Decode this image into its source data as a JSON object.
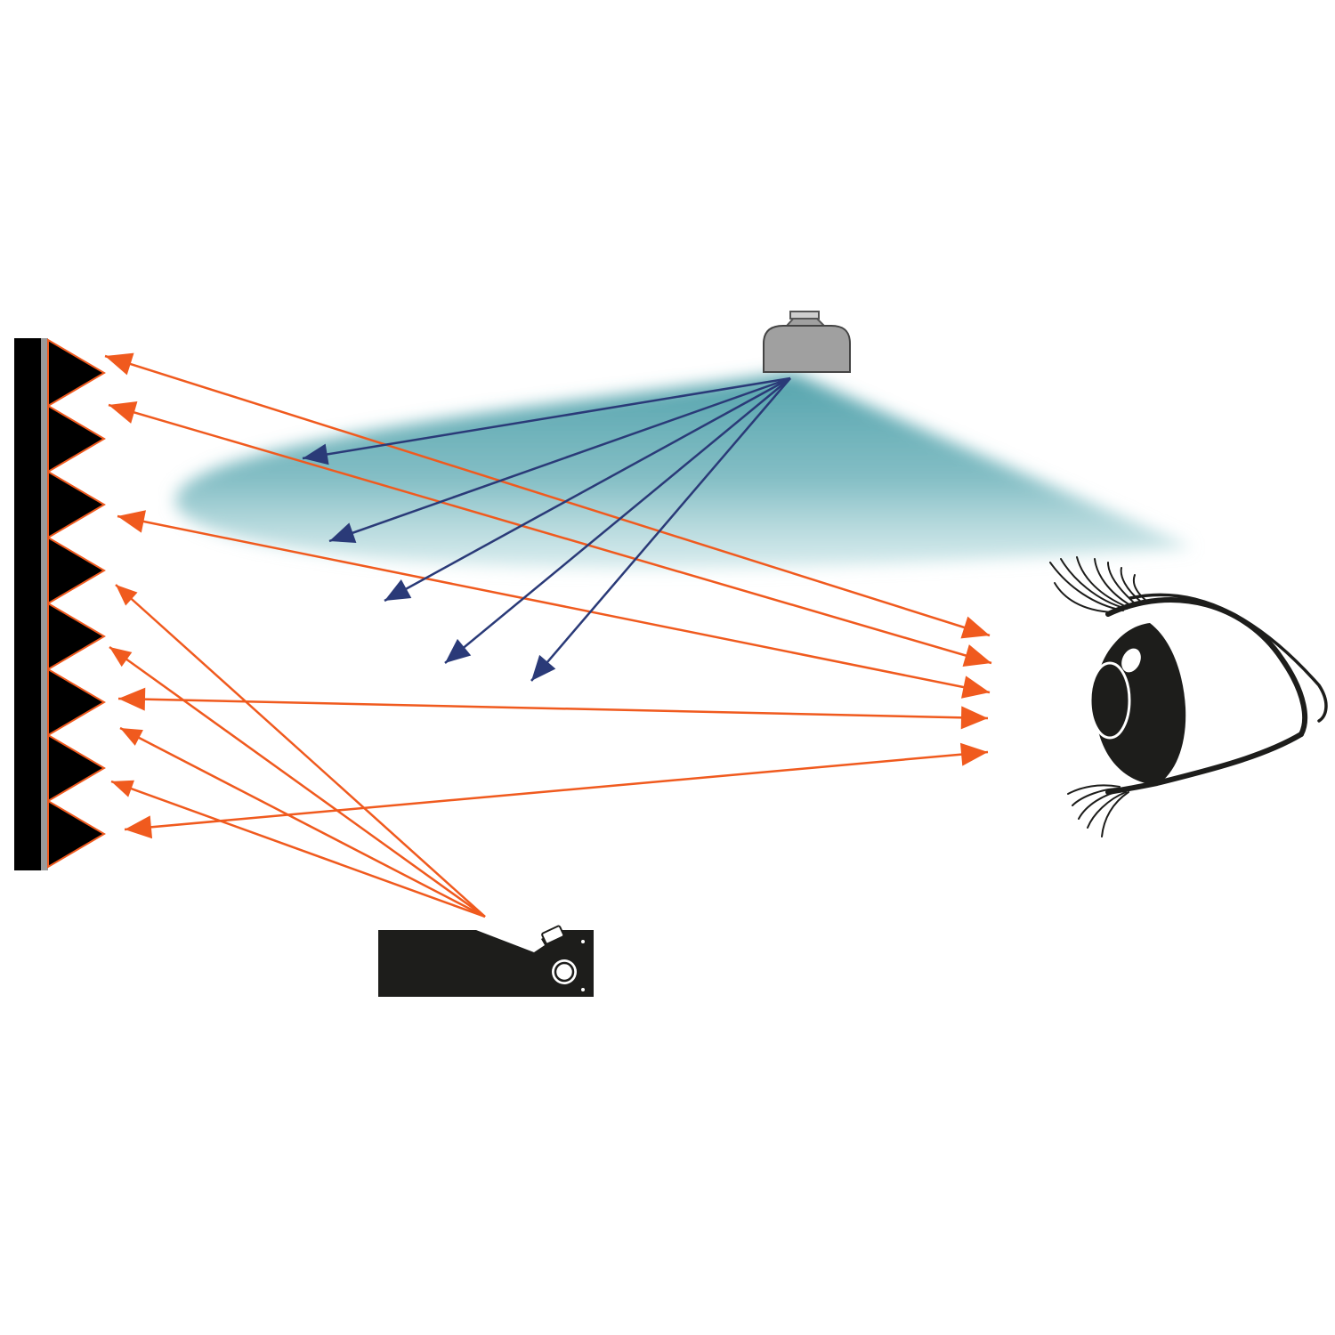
{
  "colors": {
    "background": "#ffffff",
    "wall": "#000000",
    "wall_edge": "#9a9a9a",
    "retroreflected_rays": "#f05a1e",
    "scattered_rays": "#2a3a78",
    "light_cone": "#4a9ea8",
    "ceiling_light_body": "#a0a0a0",
    "projector_body": "#1d1d1b",
    "eye": "#1d1d1b"
  },
  "icons": {
    "reflector_wall": "retroreflective-wall-icon",
    "ceiling_light": "ceiling-light-icon",
    "projector": "projector-icon",
    "eye": "eye-icon"
  },
  "elements": {
    "wall_prism_count": 8,
    "orange_return_rays": 5,
    "orange_projector_rays": 4,
    "blue_scatter_rays": 5
  }
}
